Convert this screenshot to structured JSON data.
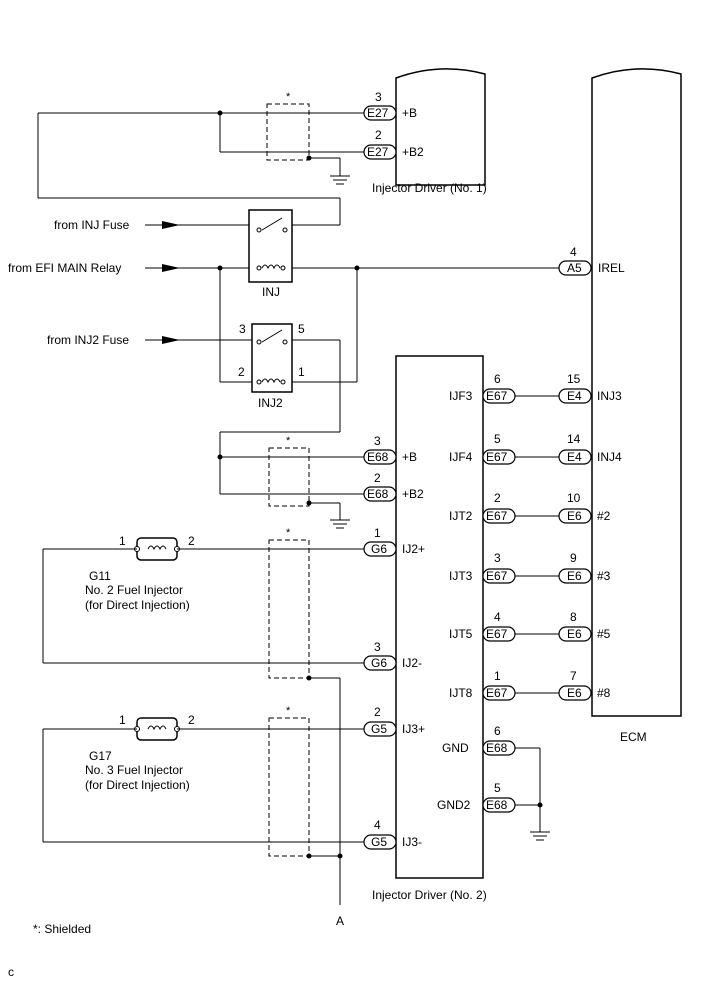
{
  "components": {
    "injector_driver_1": "Injector Driver (No. 1)",
    "injector_driver_2": "Injector Driver (No. 2)",
    "ecm": "ECM",
    "inj_relay": "INJ",
    "inj2_relay": "INJ2",
    "g11_id": "G11",
    "g11_name": "No. 2 Fuel Injector",
    "g11_sub": "(for Direct Injection)",
    "g17_id": "G17",
    "g17_name": "No. 3 Fuel Injector",
    "g17_sub": "(for Direct Injection)"
  },
  "sources": {
    "inj_fuse": "from INJ Fuse",
    "efi_main_relay": "from EFI MAIN Relay",
    "inj2_fuse": "from INJ2 Fuse"
  },
  "driver1_pins": [
    {
      "pin": "3",
      "conn": "E27",
      "label": "+B"
    },
    {
      "pin": "2",
      "conn": "E27",
      "label": "+B2"
    }
  ],
  "driver2_left_pins": [
    {
      "pin": "3",
      "conn": "E68",
      "label": "+B"
    },
    {
      "pin": "2",
      "conn": "E68",
      "label": "+B2"
    },
    {
      "pin": "1",
      "conn": "G6",
      "label": "IJ2+"
    },
    {
      "pin": "3",
      "conn": "G6",
      "label": "IJ2-"
    },
    {
      "pin": "2",
      "conn": "G5",
      "label": "IJ3+"
    },
    {
      "pin": "4",
      "conn": "G5",
      "label": "IJ3-"
    }
  ],
  "driver2_right_pins": [
    {
      "pin": "6",
      "conn": "E67",
      "label": "IJF3"
    },
    {
      "pin": "5",
      "conn": "E67",
      "label": "IJF4"
    },
    {
      "pin": "2",
      "conn": "E67",
      "label": "IJT2"
    },
    {
      "pin": "3",
      "conn": "E67",
      "label": "IJT3"
    },
    {
      "pin": "4",
      "conn": "E67",
      "label": "IJT5"
    },
    {
      "pin": "1",
      "conn": "E67",
      "label": "IJT8"
    },
    {
      "pin": "6",
      "conn": "E68",
      "label": "GND"
    },
    {
      "pin": "5",
      "conn": "E68",
      "label": "GND2"
    }
  ],
  "ecm_pins": [
    {
      "pin": "4",
      "conn": "A5",
      "label": "IREL"
    },
    {
      "pin": "15",
      "conn": "E4",
      "label": "INJ3"
    },
    {
      "pin": "14",
      "conn": "E4",
      "label": "INJ4"
    },
    {
      "pin": "10",
      "conn": "E6",
      "label": "#2"
    },
    {
      "pin": "9",
      "conn": "E6",
      "label": "#3"
    },
    {
      "pin": "8",
      "conn": "E6",
      "label": "#5"
    },
    {
      "pin": "7",
      "conn": "E6",
      "label": "#8"
    }
  ],
  "relay_pins": {
    "inj2_top_left": "3",
    "inj2_top_right": "5",
    "inj2_bottom_left": "2",
    "inj2_bottom_right": "1"
  },
  "injector_pins": {
    "g11_left": "1",
    "g11_right": "2",
    "g17_left": "1",
    "g17_right": "2"
  },
  "shield_mark": "*",
  "legend": "*: Shielded",
  "ground_ref": "A",
  "footer_mark": "c"
}
